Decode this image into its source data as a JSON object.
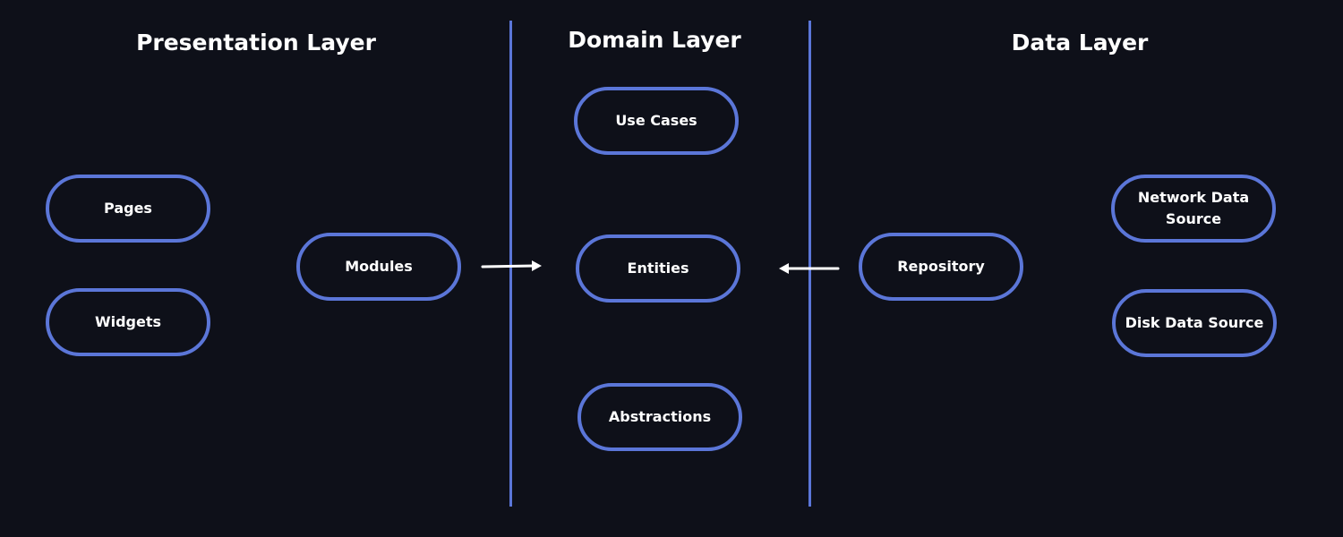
{
  "layers": {
    "presentation": {
      "title": "Presentation Layer"
    },
    "domain": {
      "title": "Domain Layer"
    },
    "data": {
      "title": "Data Layer"
    }
  },
  "nodes": {
    "pages": "Pages",
    "widgets": "Widgets",
    "modules": "Modules",
    "use_cases": "Use Cases",
    "entities": "Entities",
    "abstractions": "Abstractions",
    "repository": "Repository",
    "network_data_source": "Network Data Source",
    "disk_data_source": "Disk Data Source"
  },
  "colors": {
    "background": "#0e1019",
    "accent": "#5b76d8",
    "text": "#ffffff"
  }
}
